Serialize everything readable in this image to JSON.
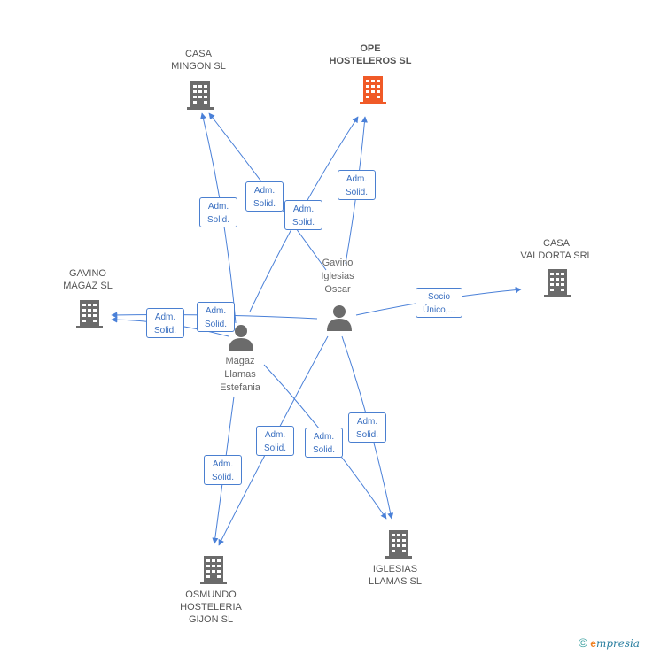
{
  "colors": {
    "edge": "#4a80d8",
    "building": "#6b6b6b",
    "focus_building": "#f05a28",
    "person": "#6b6b6b"
  },
  "nodes": {
    "casa_mingon": {
      "label": "CASA\nMINGON SL",
      "icon": "building-icon"
    },
    "ope_hosteleros": {
      "label": "OPE\nHOSTELEROS SL",
      "icon": "building-icon"
    },
    "casa_valdorta": {
      "label": "CASA\nVALDORTA SRL",
      "icon": "building-icon"
    },
    "gavino_magaz": {
      "label": "GAVINO\nMAGAZ  SL",
      "icon": "building-icon"
    },
    "gavino_iglesias": {
      "label": "Gavino\nIglesias\nOscar",
      "icon": "person-icon"
    },
    "magaz_llamas": {
      "label": "Magaz\nLlamas\nEstefania",
      "icon": "person-icon"
    },
    "osmundo": {
      "label": "OSMUNDO\nHOSTELERIA\nGIJON SL",
      "icon": "building-icon"
    },
    "iglesias_llamas": {
      "label": "IGLESIAS\nLLAMAS  SL",
      "icon": "building-icon"
    }
  },
  "relations": {
    "r1": "Adm.\nSolid.",
    "r2": "Adm.\nSolid.",
    "r3": "Adm.\nSolid.",
    "r4": "Adm.\nSolid.",
    "r5": "Adm.\nSolid.",
    "r6": "Adm.\nSolid.",
    "r7": "Adm.\nSolid.",
    "r8": "Adm.\nSolid.",
    "r9": "Adm.\nSolid.",
    "r10": "Adm.\nSolid.",
    "r11": "Socio\nÚnico,..."
  },
  "footer": {
    "copyright": "©",
    "brand_initial": "e",
    "brand_rest": "mpresia"
  }
}
